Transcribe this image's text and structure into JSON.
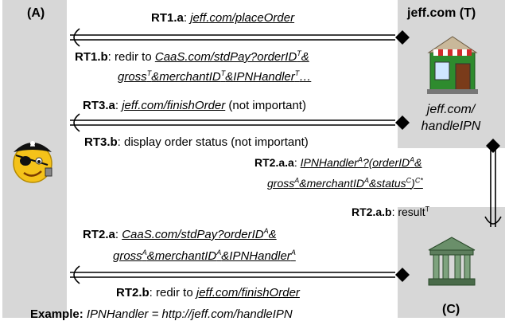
{
  "parties": {
    "attacker": "(A)",
    "merchant": "jeff.com (T)",
    "caas": "(C)"
  },
  "merchant_handler": [
    "jeff.com/",
    "handleIPN"
  ],
  "messages": {
    "rt1a": {
      "id": "RT1.a",
      "sep": ": ",
      "url": "jeff.com/placeOrder"
    },
    "rt1b": {
      "id": "RT1.b",
      "pre": ": redir to ",
      "line1_url": "CaaS.com/stdPay?orderID",
      "line1_sup1": "T",
      "line1_tail": "&",
      "line2_a": "gross",
      "line2_sup_a": "T",
      "line2_b": "&merchantID",
      "line2_sup_b": "T",
      "line2_c": "&IPNHandler",
      "line2_sup_c": "T",
      "line2_d": "…"
    },
    "rt3a": {
      "id": "RT3.a",
      "sep": ": ",
      "url": "jeff.com/finishOrder",
      "note": " (not important)"
    },
    "rt3b": {
      "id": "RT3.b",
      "text": ":  display order status (not important)"
    },
    "rt2aa": {
      "id": "RT2.a.a",
      "sep": ": ",
      "line1_a": "IPNHandler",
      "line1_sup_a": "A",
      "line1_b": "?(orderID",
      "line1_sup_b": "A",
      "line1_c": "&",
      "line2_a": "gross",
      "line2_sup_a": "A",
      "line2_b": "&merchantID",
      "line2_sup_b": "A",
      "line2_c": "&status",
      "line2_sup_c": "C",
      "line2_d": ")",
      "line2_sup_d": "C*"
    },
    "rt2ab": {
      "id": "RT2.a.b",
      "text": ":  result",
      "sup": "T"
    },
    "rt2a": {
      "id": "RT2.a",
      "sep": ": ",
      "line1_a": "CaaS.com/stdPay?orderID",
      "line1_sup": "A",
      "line1_tail": "&",
      "line2_a": "gross",
      "line2_sup_a": "A",
      "line2_b": "&merchantID",
      "line2_sup_b": "A",
      "line2_c": "&IPNHandler",
      "line2_sup_c": "A"
    },
    "rt2b": {
      "id": "RT2.b",
      "pre": ": redir to ",
      "url": "jeff.com/finishOrder"
    }
  },
  "footer_text": {
    "bold": "Example:",
    "rest": " IPNHandler = http://jeff.com/handleIPN"
  },
  "icons": [
    "pirate-icon",
    "store-icon",
    "bank-icon"
  ],
  "colors": {
    "panel": "#d7d7d7",
    "ink": "#000000"
  }
}
